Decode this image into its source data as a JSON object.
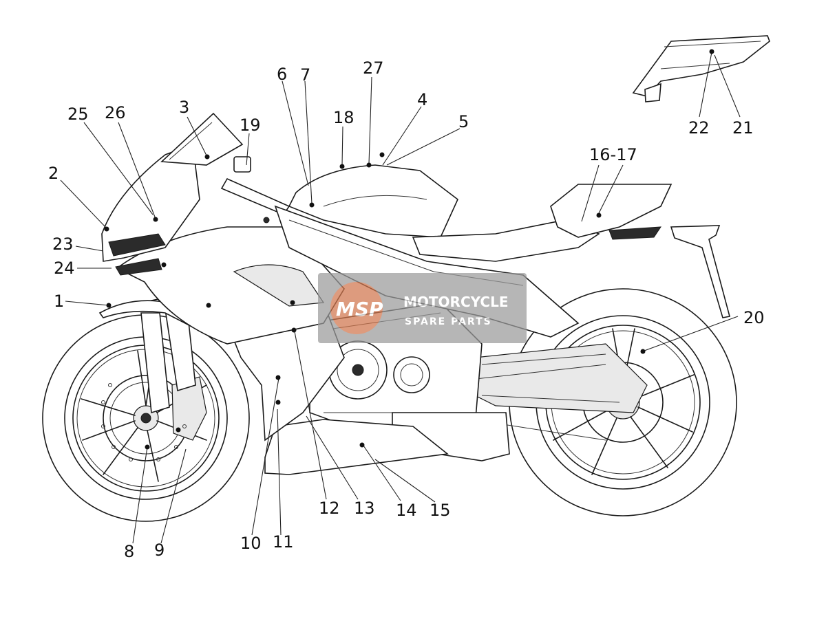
{
  "diagram": {
    "callouts": [
      {
        "id": "c1",
        "text": "1"
      },
      {
        "id": "c2",
        "text": "2"
      },
      {
        "id": "c3",
        "text": "3"
      },
      {
        "id": "c4",
        "text": "4"
      },
      {
        "id": "c5",
        "text": "5"
      },
      {
        "id": "c6",
        "text": "6"
      },
      {
        "id": "c7",
        "text": "7"
      },
      {
        "id": "c8",
        "text": "8"
      },
      {
        "id": "c9",
        "text": "9"
      },
      {
        "id": "c10",
        "text": "10"
      },
      {
        "id": "c11",
        "text": "11"
      },
      {
        "id": "c12",
        "text": "12"
      },
      {
        "id": "c13",
        "text": "13"
      },
      {
        "id": "c14",
        "text": "14"
      },
      {
        "id": "c15",
        "text": "15"
      },
      {
        "id": "c16",
        "text": "16-17"
      },
      {
        "id": "c18",
        "text": "18"
      },
      {
        "id": "c19",
        "text": "19"
      },
      {
        "id": "c20",
        "text": "20"
      },
      {
        "id": "c21",
        "text": "21"
      },
      {
        "id": "c22",
        "text": "22"
      },
      {
        "id": "c23",
        "text": "23"
      },
      {
        "id": "c24",
        "text": "24"
      },
      {
        "id": "c25",
        "text": "25"
      },
      {
        "id": "c26",
        "text": "26"
      },
      {
        "id": "c27",
        "text": "27"
      }
    ]
  },
  "watermark": {
    "logo_text": "MSP",
    "line1": "MOTORCYCLE",
    "line2": "SPARE PARTS"
  },
  "colors": {
    "line": "#1a1a1a",
    "watermark_bg": "#9a9a9a",
    "watermark_logo": "#e8672c"
  }
}
